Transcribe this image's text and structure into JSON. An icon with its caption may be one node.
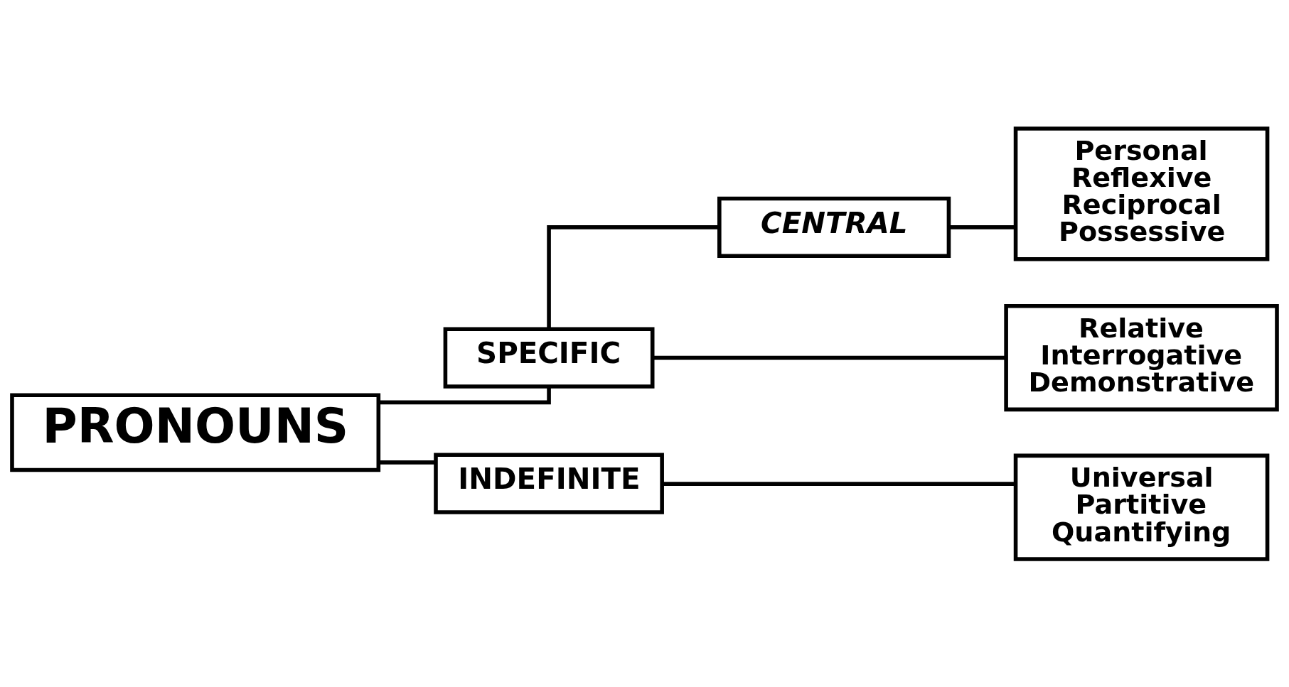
{
  "diagram": {
    "nodes": [
      {
        "text": [
          "PRONOUNS"
        ]
      },
      {
        "text": [
          "SPECIFIC"
        ]
      },
      {
        "text": [
          "CENTRAL"
        ]
      },
      {
        "text": [
          "Personal",
          "Reflexive",
          "Reciprocal",
          "Possessive"
        ]
      },
      {
        "text": [
          "Relative",
          "Interrogative",
          "Demonstrative"
        ]
      },
      {
        "text": [
          "INDEFINITE"
        ]
      },
      {
        "text": [
          "Universal",
          "Partitive",
          "Quantifying"
        ]
      }
    ],
    "edges": [
      {
        "from": 0,
        "to": 1,
        "arrow": "none"
      },
      {
        "from": 0,
        "to": 5,
        "arrow": "none"
      },
      {
        "from": 1,
        "to": 2,
        "arrow": "none"
      },
      {
        "from": 1,
        "to": 4,
        "arrow": "none"
      },
      {
        "from": 2,
        "to": 3,
        "arrow": "none"
      },
      {
        "from": 5,
        "to": 6,
        "arrow": "none"
      }
    ]
  }
}
